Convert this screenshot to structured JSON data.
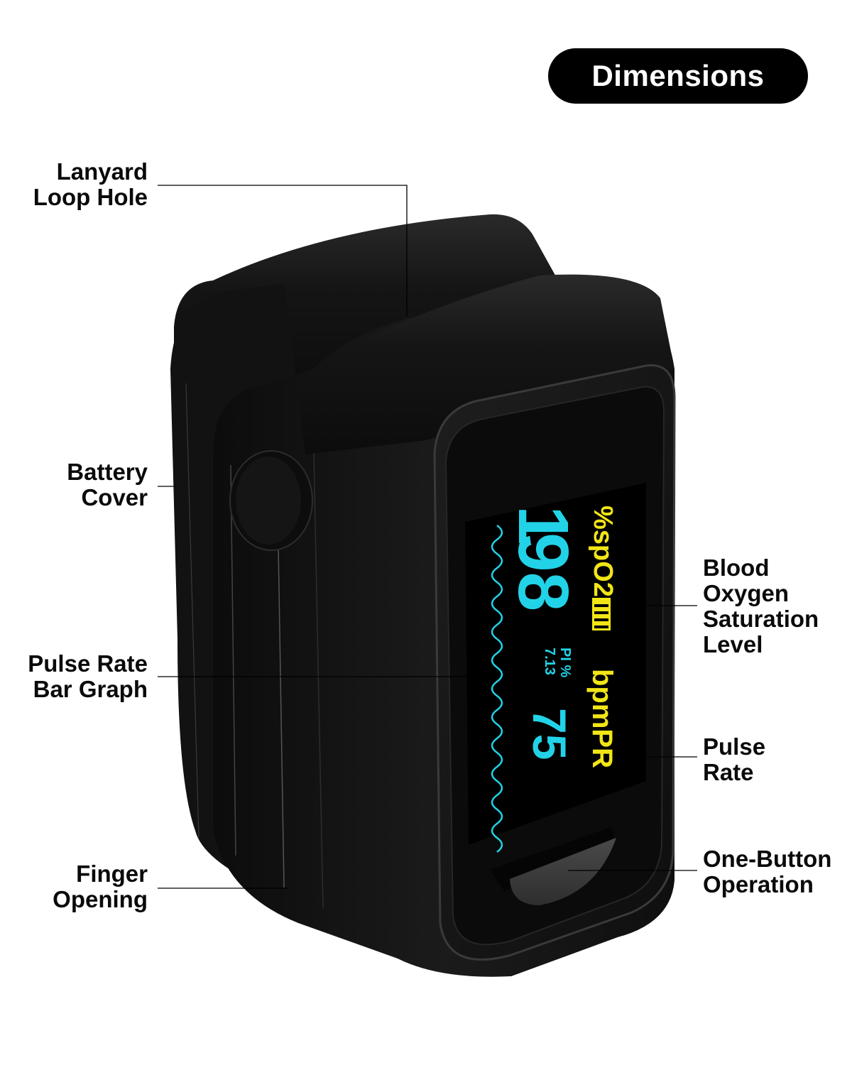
{
  "header": {
    "badge_label": "Dimensions"
  },
  "callouts": {
    "left": [
      {
        "id": "lanyard",
        "lines": [
          "Lanyard",
          "Loop Hole"
        ]
      },
      {
        "id": "battery",
        "lines": [
          "Battery",
          "Cover"
        ]
      },
      {
        "id": "bargraph",
        "lines": [
          "Pulse Rate",
          "Bar Graph"
        ]
      },
      {
        "id": "finger",
        "lines": [
          "Finger",
          "Opening"
        ]
      }
    ],
    "right": [
      {
        "id": "spo2",
        "lines": [
          "Blood",
          "Oxygen",
          "Saturation",
          "Level"
        ]
      },
      {
        "id": "pulse",
        "lines": [
          "Pulse",
          "Rate"
        ]
      },
      {
        "id": "button",
        "lines": [
          "One-Button",
          "Operation"
        ]
      }
    ]
  },
  "display": {
    "spo2_label": "%spO2",
    "spo2_value": "98",
    "spo2_leading": "1",
    "pi_label": "PI %",
    "pi_value": "7.13",
    "pr_label": "bpmPR",
    "pr_value": "75",
    "battery_bars": 4,
    "colors": {
      "cyan": "#22d3e8",
      "yellow": "#f2e516",
      "screen": "#000000",
      "body": "#141414"
    }
  }
}
